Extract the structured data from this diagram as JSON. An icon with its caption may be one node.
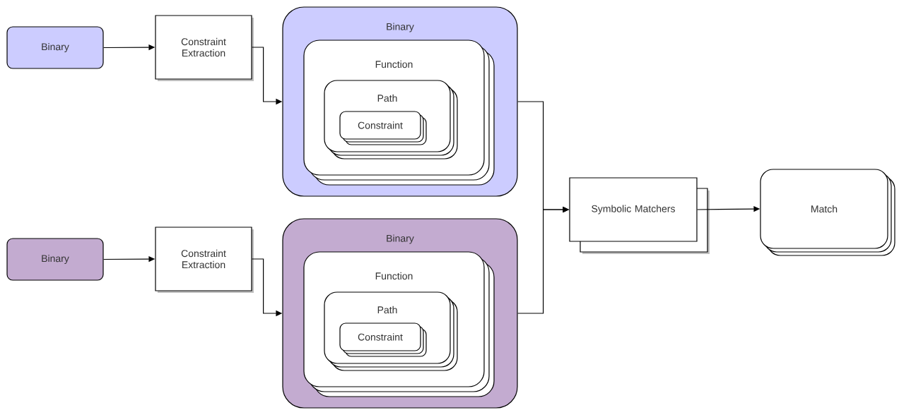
{
  "diagram": {
    "nodes": [
      {
        "text": [
          "Binary"
        ]
      },
      {
        "text": [
          "Constraint Extraction"
        ]
      },
      {
        "text": [
          "Binary"
        ]
      },
      {
        "text": [
          "Function"
        ],
        "in": 2
      },
      {
        "text": [
          "Path"
        ],
        "in": 3
      },
      {
        "text": [
          "Constraint"
        ],
        "in": 4
      },
      {
        "text": [
          "Binary"
        ]
      },
      {
        "text": [
          "Constraint Extraction"
        ]
      },
      {
        "text": [
          "Binary"
        ]
      },
      {
        "text": [
          "Function"
        ],
        "in": 8
      },
      {
        "text": [
          "Path"
        ],
        "in": 9
      },
      {
        "text": [
          "Constraint"
        ],
        "in": 10
      },
      {
        "text": [
          "Symbolic Matchers"
        ]
      },
      {
        "text": [
          "Match"
        ]
      }
    ],
    "edges": [
      {
        "from": 0,
        "to": 1,
        "arrow": "to"
      },
      {
        "from": 1,
        "to": 2,
        "arrow": "to"
      },
      {
        "from": 6,
        "to": 7,
        "arrow": "to"
      },
      {
        "from": 7,
        "to": 8,
        "arrow": "to"
      },
      {
        "from": 2,
        "to": 12,
        "arrow": "to"
      },
      {
        "from": 8,
        "to": 12,
        "arrow": "to"
      },
      {
        "from": 12,
        "to": 13,
        "arrow": "to"
      }
    ]
  }
}
